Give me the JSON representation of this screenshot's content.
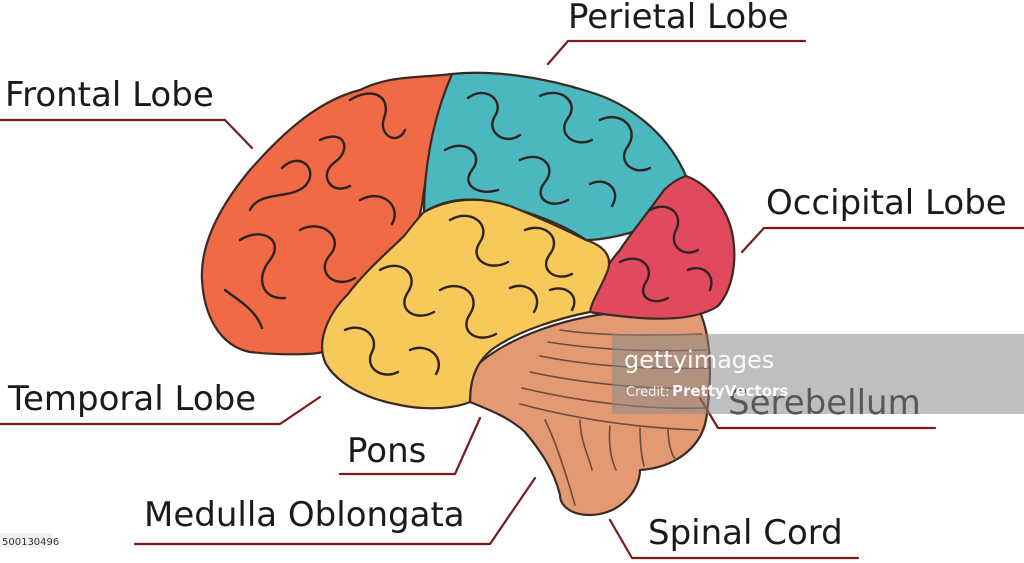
{
  "labels": {
    "frontal": "Frontal Lobe",
    "parietal": "Perietal Lobe",
    "occipital": "Occipital Lobe",
    "temporal": "Temporal Lobe",
    "cerebellum": "Serebellum",
    "pons": "Pons",
    "medulla": "Medulla Oblongata",
    "spinal": "Spinal Cord"
  },
  "watermark": {
    "brand": "gettyimages",
    "credit": "Credit:",
    "author": "PrettyVectors"
  },
  "stock_id": "500130496",
  "colors": {
    "frontal": "#ef6a45",
    "parietal": "#4ab8be",
    "occipital": "#e0495e",
    "temporal": "#f7c85a",
    "brainstem": "#e39a73",
    "leader": "#7a1a1a",
    "outline": "#3a2a22"
  }
}
